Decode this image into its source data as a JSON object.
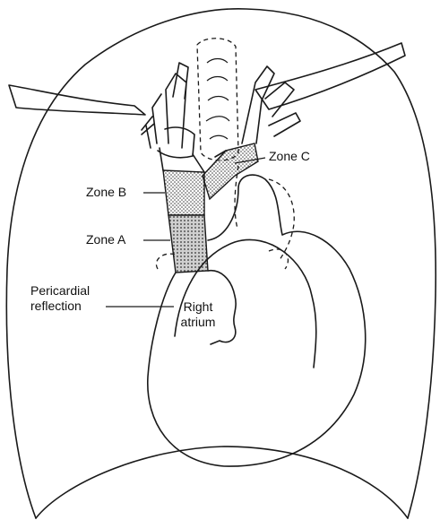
{
  "labels": {
    "zone_c": "Zone C",
    "zone_b": "Zone B",
    "zone_a": "Zone A",
    "pericardial_line1": "Pericardial",
    "pericardial_line2": "reflection",
    "right_line1": "Right",
    "right_line2": "atrium"
  }
}
